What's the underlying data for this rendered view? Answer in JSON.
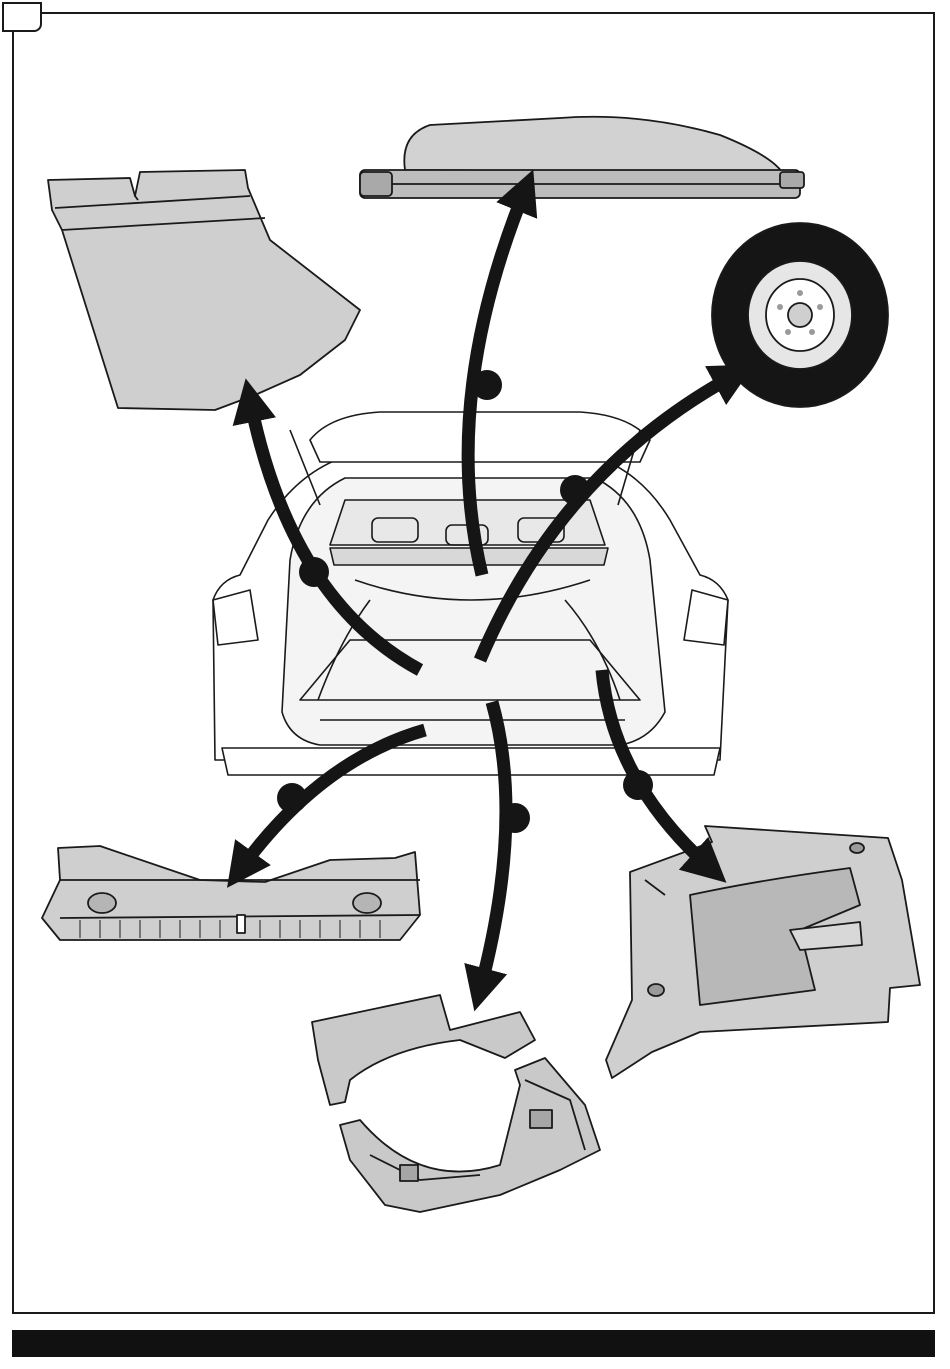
{
  "step_label": "",
  "footer_text": "",
  "colors": {
    "outline": "#1a1a1a",
    "panel_fill": "#cfcfcf",
    "panel_dark": "#b5b5b5",
    "arrow": "#151515",
    "tire": "#151515",
    "rim": "#e6e6e6"
  },
  "parts": [
    {
      "id": "cargo-floor-board",
      "icon": "cargo-floor-board"
    },
    {
      "id": "tonneau-cover",
      "icon": "tonneau-cover"
    },
    {
      "id": "spare-tire",
      "icon": "spare-tire-icon"
    },
    {
      "id": "rear-sill-trim",
      "icon": "sill-trim"
    },
    {
      "id": "floor-storage-tray",
      "icon": "storage-tray"
    },
    {
      "id": "side-trim-panel",
      "icon": "side-trim-panel"
    }
  ]
}
